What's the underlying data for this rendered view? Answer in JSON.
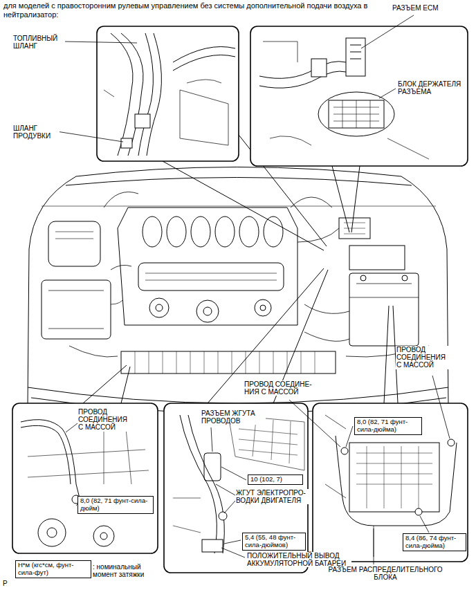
{
  "diagram": {
    "title": "для моделей с правосторонним рулевым управлением без системы дополнительной подачи воздуха в нейтрализатор:",
    "nodes": [
      {
        "text": [
          "8,0 (82, 71 фунт-сила-дюйм)"
        ]
      },
      {
        "text": [
          "10 (102, 7)"
        ]
      },
      {
        "text": [
          "5,4 (55, 48 фунт-сила-дюймов)"
        ]
      },
      {
        "text": [
          "8,0 (82, 71 фунт-сила-дюйма)"
        ]
      },
      {
        "text": [
          "8,4 (86, 74 фунт-сила-дюйма)"
        ]
      },
      {
        "text": [
          "Н*м (кгс*см, фунт-сила-фут)"
        ]
      }
    ],
    "labels": [
      "ТОПЛИВНЫЙ ШЛАНГ",
      "ШЛАНГ ПРОДУВКИ",
      "РАЗЪЕМ ECM",
      "БЛОК ДЕРЖАТЕЛЯ РАЗЪЕМА",
      "ПРОВОД СОЕДИНЕНИЯ С МАССОЙ",
      "ПРОВОД СОЕДИНЕ- НИЯ С МАССОЙ",
      "ПРОВОД СОЕДИНЕНИЯ С МАССОЙ",
      "РАЗЪЕМ ЖГУТА ПРОВОДОВ",
      "ЖГУТ ЭЛЕКТРОПРО- ВОДКИ ДВИГАТЕЛЯ",
      "ПОЛОЖИТЕЛЬНЫЙ ВЫВОД АККУМУЛЯТОРНОЙ БАТАРЕИ",
      "РАЗЪЕМ РАСПРЕДЕЛИТЕЛЬНОГО БЛОКА",
      ": номинальный момент затяжки",
      "P"
    ]
  }
}
